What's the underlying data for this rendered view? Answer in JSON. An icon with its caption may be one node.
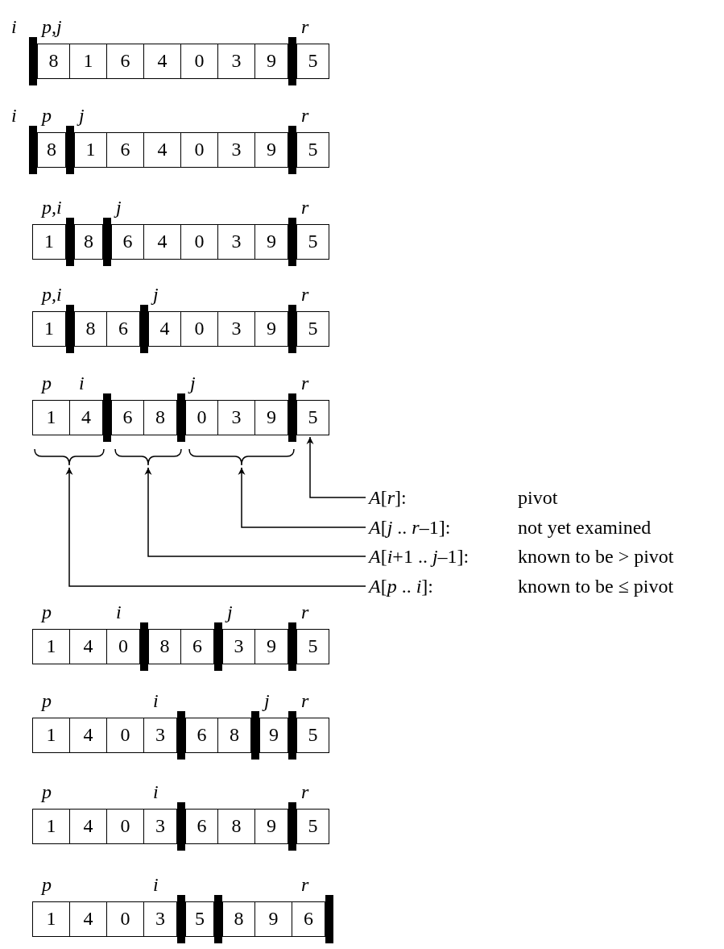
{
  "diagram": {
    "nodes": [
      {
        "text": [
          "5"
        ]
      },
      {
        "text": [],
        "shape": "brace"
      },
      {
        "text": [],
        "shape": "brace"
      },
      {
        "text": [],
        "shape": "brace"
      },
      {
        "text": [
          "*A*[*r*]:"
        ],
        "beside": [
          "pivot"
        ]
      },
      {
        "text": [
          "*A*[*j* .. *r*–1]:"
        ],
        "beside": [
          "not yet examined"
        ]
      },
      {
        "text": [
          "*A*[*i*+1 .. *j*–1]:"
        ],
        "beside": [
          "known to be > pivot"
        ]
      },
      {
        "text": [
          "*A*[*p* .. *i*]:"
        ],
        "beside": [
          "known to be ≤ pivot"
        ]
      }
    ],
    "edges": [
      {
        "from": 4,
        "to": 0,
        "arrow": "to"
      },
      {
        "from": 5,
        "to": 3,
        "arrow": "to"
      },
      {
        "from": 6,
        "to": 2,
        "arrow": "to"
      },
      {
        "from": 7,
        "to": 1,
        "arrow": "to"
      }
    ],
    "labels": [
      "i",
      "p,j",
      "r",
      "8",
      "1",
      "6",
      "4",
      "0",
      "3",
      "9",
      "5",
      "i",
      "p",
      "j",
      "r",
      "8",
      "1",
      "6",
      "4",
      "0",
      "3",
      "9",
      "5",
      "p,i",
      "j",
      "r",
      "1",
      "8",
      "6",
      "4",
      "0",
      "3",
      "9",
      "5",
      "p,i",
      "j",
      "r",
      "1",
      "8",
      "6",
      "4",
      "0",
      "3",
      "9",
      "5",
      "p",
      "i",
      "j",
      "r",
      "1",
      "4",
      "6",
      "8",
      "0",
      "3",
      "9",
      "p",
      "i",
      "j",
      "r",
      "1",
      "4",
      "0",
      "8",
      "6",
      "3",
      "9",
      "5",
      "p",
      "i",
      "j",
      "r",
      "1",
      "4",
      "0",
      "3",
      "6",
      "8",
      "9",
      "5",
      "p",
      "i",
      "r",
      "1",
      "4",
      "0",
      "3",
      "6",
      "8",
      "9",
      "5",
      "p",
      "i",
      "r",
      "1",
      "4",
      "0",
      "3",
      "5",
      "8",
      "9",
      "6"
    ]
  }
}
